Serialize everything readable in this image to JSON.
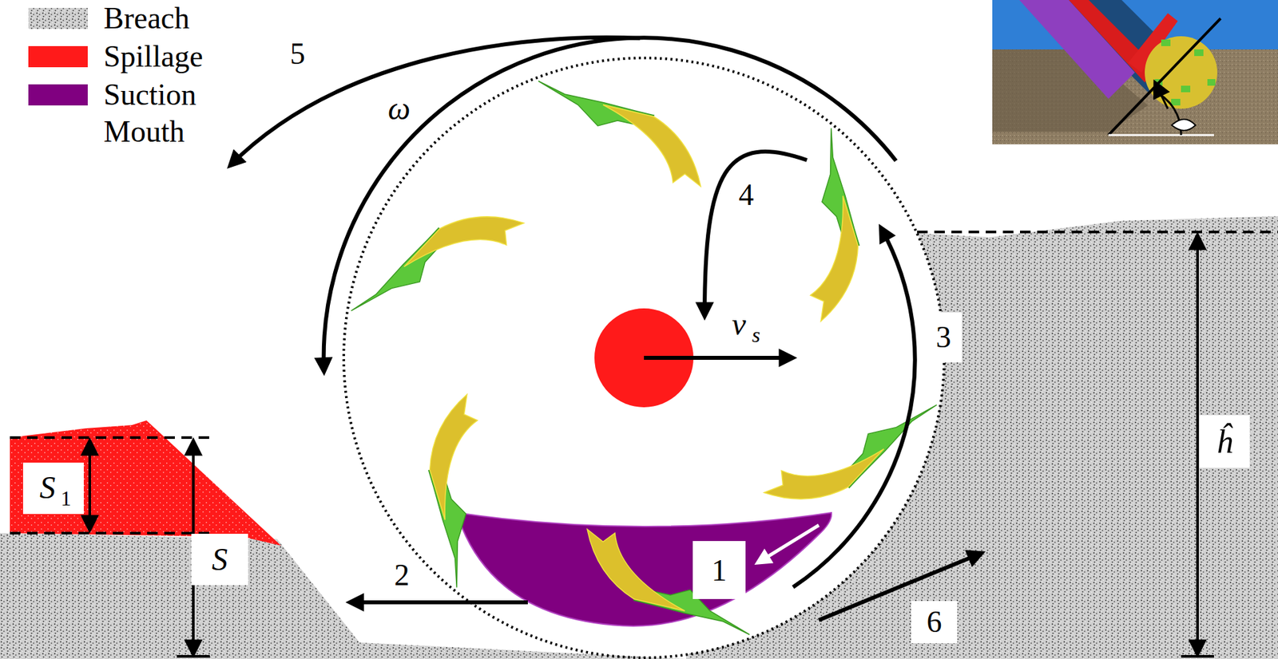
{
  "diagram": {
    "labels": [
      "5",
      "ω",
      "4",
      "v",
      "s",
      "3",
      "1",
      "2",
      "6",
      "S",
      "1",
      "S",
      "ĥ"
    ],
    "legend": [
      {
        "text": "Breach"
      },
      {
        "text": "Spillage",
        "color": "#ff1a1a"
      },
      {
        "text": "Suction Mouth",
        "color": "#800080"
      }
    ]
  }
}
